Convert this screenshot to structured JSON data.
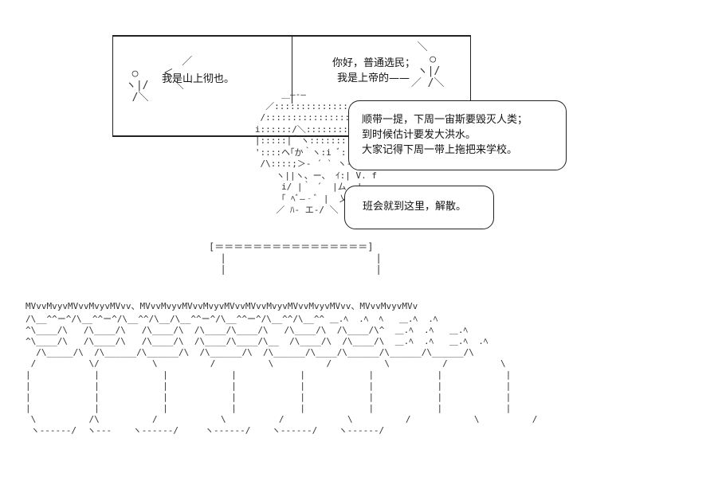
{
  "panel1": {
    "left_line": "我是山上彻也。",
    "right_lines": [
      "你好，普通选民；",
      "我是上帝的——"
    ]
  },
  "bubble1": {
    "lines": [
      "顺带一提，下周一宙斯要毁灭人类；",
      "到时候估计要发大洪水。",
      "大家记得下周一带上拖把来学校。"
    ]
  },
  "bubble2": {
    "lines": [
      "班会就到这里，解散。"
    ]
  },
  "crowd": {
    "row1": "MVvvMvyvMVvvMvyvMVvv、MVvvMvyvMVvvMvyvMVvvMVvvMvyvMVvvMvyvMVvv、MVvvMvyvMVv"
  }
}
